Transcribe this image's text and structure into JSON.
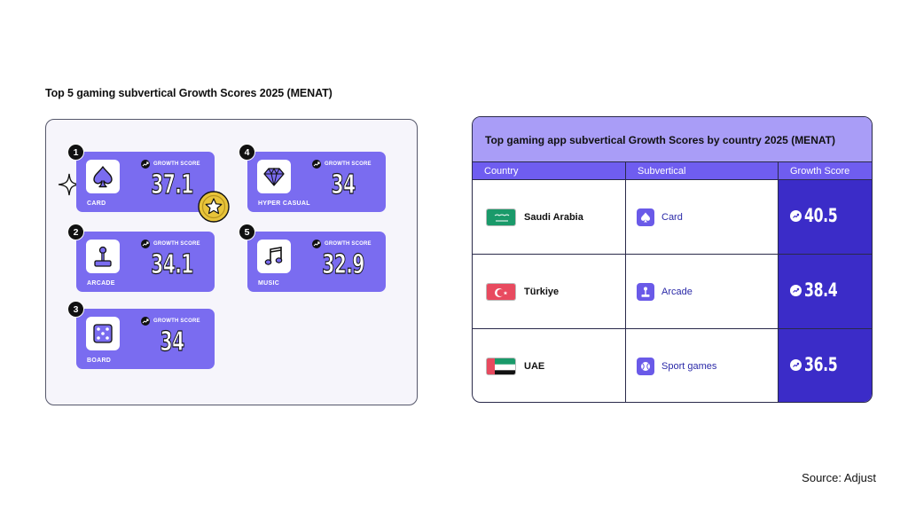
{
  "main_title": "Top 5 gaming subvertical Growth Scores 2025 (MENAT)",
  "growth_score_tag": "GROWTH SCORE",
  "top5": [
    {
      "rank": "1",
      "label": "CARD",
      "value": "37.1",
      "icon": "spade-icon"
    },
    {
      "rank": "2",
      "label": "ARCADE",
      "value": "34.1",
      "icon": "joystick-icon"
    },
    {
      "rank": "3",
      "label": "BOARD",
      "value": "34",
      "icon": "dice-icon"
    },
    {
      "rank": "4",
      "label": "HYPER CASUAL",
      "value": "34",
      "icon": "diamond-icon"
    },
    {
      "rank": "5",
      "label": "MUSIC",
      "value": "32.9",
      "icon": "music-note-icon"
    }
  ],
  "table": {
    "title": "Top gaming app subvertical Growth Scores by country 2025 (MENAT)",
    "headers": [
      "Country",
      "Subvertical",
      "Growth Score"
    ],
    "rows": [
      {
        "country": "Saudi Arabia",
        "subvertical": "Card",
        "score": "40.5",
        "flag": "saudi-arabia-flag",
        "icon": "spade-icon"
      },
      {
        "country": "Türkiye",
        "subvertical": "Arcade",
        "score": "38.4",
        "flag": "turkiye-flag",
        "icon": "joystick-icon"
      },
      {
        "country": "UAE",
        "subvertical": "Sport games",
        "score": "36.5",
        "flag": "uae-flag",
        "icon": "ball-icon"
      }
    ]
  },
  "source": "Source: Adjust",
  "colors": {
    "card_purple": "#7a6cf0",
    "title_bar": "#a99df7",
    "header_purple": "#6f5df0",
    "score_column": "#3b2cc8",
    "panel_bg": "#f6f5fb",
    "medal_gold": "#e8c43a"
  },
  "chart_data": [
    {
      "type": "bar",
      "title": "Top 5 gaming subvertical Growth Scores 2025 (MENAT)",
      "categories": [
        "Card",
        "Arcade",
        "Board",
        "Hyper Casual",
        "Music"
      ],
      "values": [
        37.1,
        34.1,
        34,
        34,
        32.9
      ]
    },
    {
      "type": "table",
      "title": "Top gaming app subvertical Growth Scores by country 2025 (MENAT)",
      "columns": [
        "Country",
        "Subvertical",
        "Growth Score"
      ],
      "rows": [
        [
          "Saudi Arabia",
          "Card",
          40.5
        ],
        [
          "Türkiye",
          "Arcade",
          38.4
        ],
        [
          "UAE",
          "Sport games",
          36.5
        ]
      ]
    }
  ]
}
